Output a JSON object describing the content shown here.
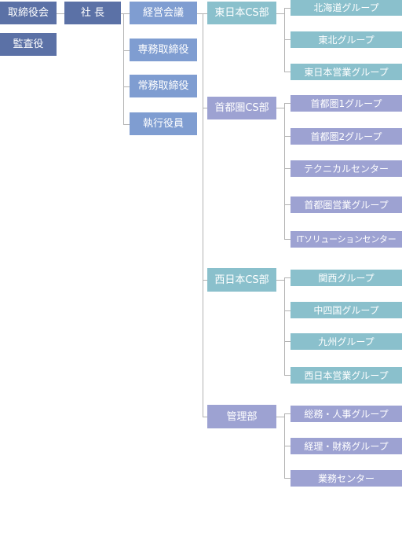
{
  "org": {
    "board": "取締役会",
    "auditor": "監査役",
    "president": "社 長",
    "management_council": "経営会議",
    "executives": [
      "専務取締役",
      "常務取締役",
      "執行役員"
    ],
    "divisions": [
      {
        "name": "東日本CS部",
        "groups": [
          "北海道グループ",
          "東北グループ",
          "東日本営業グループ"
        ]
      },
      {
        "name": "首都圏CS部",
        "groups": [
          "首都圏1グループ",
          "首都圏2グループ",
          "テクニカルセンター",
          "首都圏営業グループ",
          "ITソリューションセンター"
        ]
      },
      {
        "name": "西日本CS部",
        "groups": [
          "関西グループ",
          "中四国グループ",
          "九州グループ",
          "西日本営業グループ"
        ]
      },
      {
        "name": "管理部",
        "groups": [
          "総務・人事グループ",
          "経理・財務グループ",
          "業務センター"
        ]
      }
    ]
  },
  "colors": {
    "top_level": "#5b71a6",
    "executive": "#7f9dd1",
    "east_west": "#8ac0cc",
    "metro_admin": "#9da2d2",
    "connector": "#b2b2b2"
  }
}
